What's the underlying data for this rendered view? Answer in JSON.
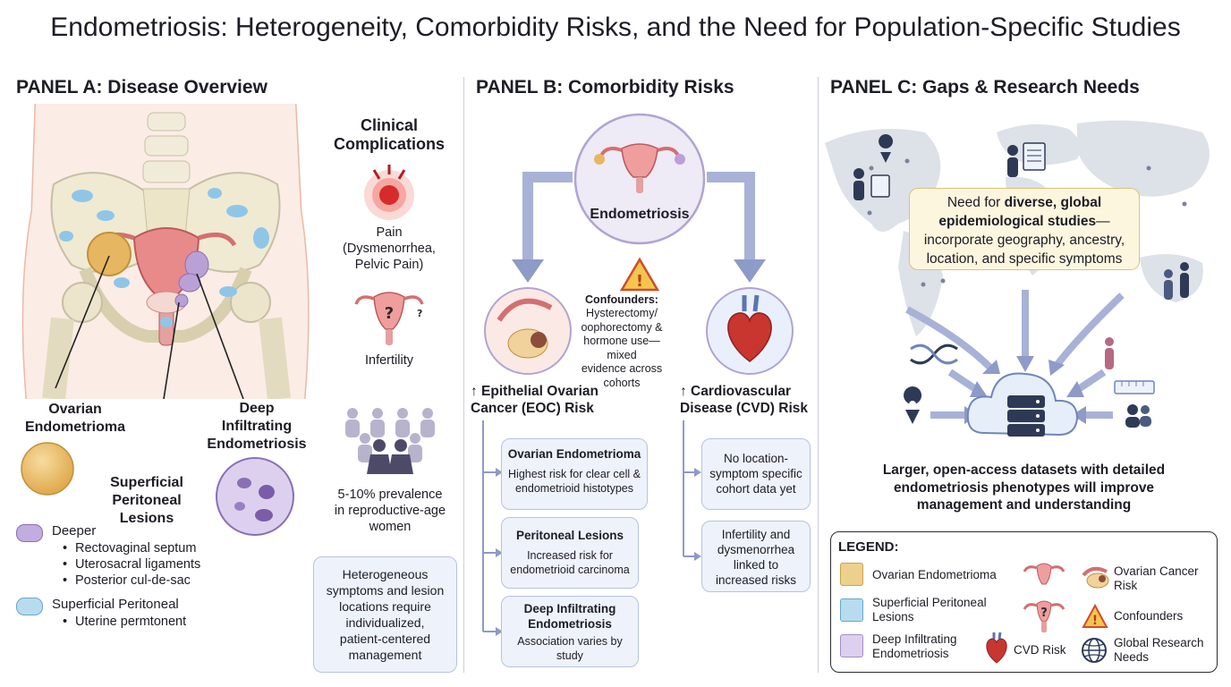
{
  "title": "Endometriosis: Heterogeneity, Comorbidity Risks, and the Need for Population-Specific Studies",
  "panel_a": {
    "heading": "PANEL A: Disease Overview",
    "ovarian_label": "Ovarian\nEndometrioma",
    "superficial_label": "Superficial\nPeritoneal\nLesions",
    "deep_label": "Deep\nInfiltrating\nEndometriosis",
    "deeper_title": "Deeper",
    "deeper_items": [
      "Rectovaginal septum",
      "Uterosacral ligaments",
      "Posterior cul-de-sac"
    ],
    "superficial_title": "Superficial Peritoneal",
    "superficial_items": [
      "Uterine permtonent"
    ],
    "clinical_title": "Clinical\nComplications",
    "pain_label": "Pain\n(Dysmenorrhea,\nPelvic Pain)",
    "infertility_label": "Infertility",
    "prevalence_label": "5-10% prevalence\nin reproductive-age\nwomen",
    "hetero_box": "Heterogeneous\nsymptoms and lesion\nlocations require\nindividualized,\npatient-centered\nmanagement"
  },
  "panel_b": {
    "heading": "PANEL B: Comorbidity Risks",
    "center_label": "Endometriosis",
    "confounders_title": "Confounders:",
    "confounders_text": "Hysterectomy/\noophorectomy &\nhormone use—mixed\nevidence across\ncohorts",
    "eoc_label": "↑ Epithelial Ovarian\nCancer (EOC) Risk",
    "cvd_label": "↑ Cardiovascular\nDisease (CVD) Risk",
    "eoc_boxes": [
      {
        "title": "Ovarian Endometrioma",
        "desc": "Highest risk for clear cell &\nendometrioid histotypes"
      },
      {
        "title": "Peritoneal Lesions",
        "desc": "Increased risk for\nendometrioid carcinoma"
      },
      {
        "title": "Deep Infiltrating\nEndometriosis",
        "desc": "Association varies by\nstudy"
      }
    ],
    "cvd_boxes": [
      {
        "desc": "No location-\nsymptom specific\ncohort data yet"
      },
      {
        "desc": "Infertility and\ndysmenorrhea\nlinked to\nincreased risks"
      }
    ]
  },
  "panel_c": {
    "heading": "PANEL C: Gaps & Research Needs",
    "callout_pre": "Need for ",
    "callout_bold": "diverse, global\nepidemiological studies",
    "callout_post": "—\nincorporate geography, ancestry,\nlocation, and specific symptoms",
    "dataset_text": "Larger, open-access datasets with detailed\nendometriosis phenotypes will improve\nmanagement and understanding"
  },
  "legend": {
    "title": "LEGEND:",
    "items": [
      {
        "label": "Ovarian Endometrioma",
        "color": "#ecd08e",
        "border": "#c9a24c"
      },
      {
        "label": "Superficial Peritoneal\nLesions",
        "color": "#b8dcef",
        "border": "#6aa6c8"
      },
      {
        "label": "Deep Infiltrating\nEndometriosis",
        "color": "#ddd0ee",
        "border": "#a58cc9"
      }
    ],
    "ovarian_cancer": "Ovarian Cancer\nRisk",
    "confounders": "Confounders",
    "cvd": "CVD Risk",
    "global": "Global Research\nNeeds"
  },
  "colors": {
    "endometrioma": "#e6b760",
    "deep_lesion": "#b9a1d6",
    "superficial": "#8fc6e8",
    "arrow": "#8e9ac7",
    "box_border": "#b6c3df",
    "warning": "#e0a53a"
  }
}
